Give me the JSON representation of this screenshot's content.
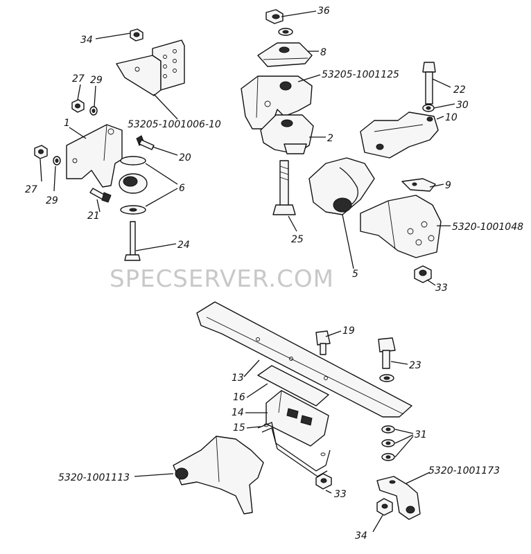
{
  "watermark": "SPECSERVER.COM",
  "labels": {
    "l34a": "34",
    "l27a": "27",
    "l29a": "29",
    "l1": "1",
    "l53205_1001006_10": "53205-1001006-10",
    "l20": "20",
    "l27b": "27",
    "l29b": "29",
    "l6": "6",
    "l21": "21",
    "l24": "24",
    "l36": "36",
    "l8": "8",
    "l53205_1001125": "53205-1001125",
    "l2": "2",
    "l25": "25",
    "l22": "22",
    "l30": "30",
    "l10": "10",
    "l9": "9",
    "l5320_1001048": "5320-1001048",
    "l5": "5",
    "l33a": "33",
    "l19": "19",
    "l23": "23",
    "l13": "13",
    "l16": "16",
    "l14": "14",
    "l15": "15",
    "l31": "31",
    "l5320_1001113": "5320-1001113",
    "l33b": "33",
    "l5320_1001173": "5320-1001173",
    "l34b": "34"
  }
}
